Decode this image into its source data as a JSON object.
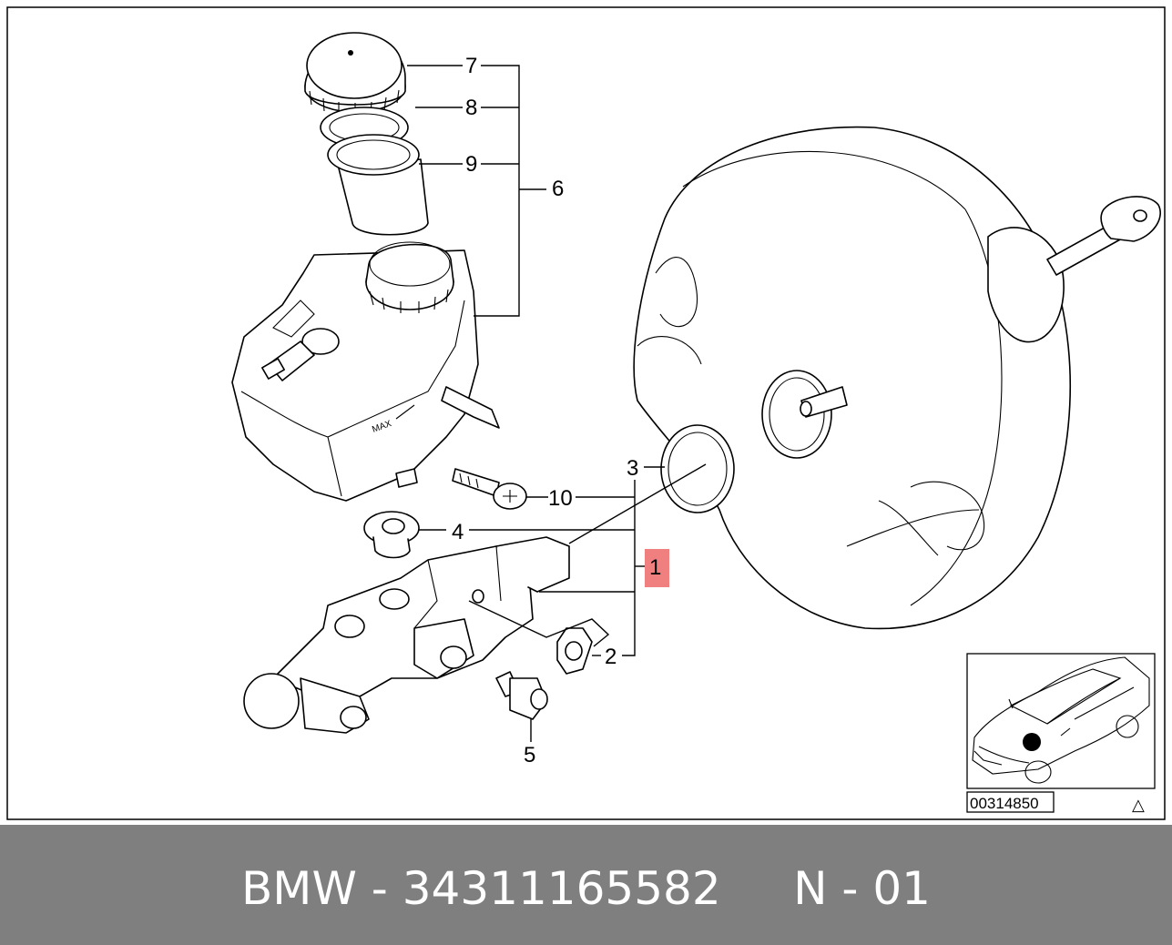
{
  "diagram": {
    "callouts": [
      "7",
      "8",
      "9",
      "6",
      "3",
      "10",
      "4",
      "1",
      "2",
      "5"
    ],
    "highlighted_callout": "1",
    "highlight_color": "#f08080",
    "inset": {
      "image_code": "00314850",
      "warning_symbol": "△"
    }
  },
  "footer": {
    "brand": "BMW",
    "separator": " - ",
    "part_number": "34311165582",
    "position_code": "N - 01",
    "background_color": "#7f7f7f",
    "text_color": "#ffffff"
  }
}
